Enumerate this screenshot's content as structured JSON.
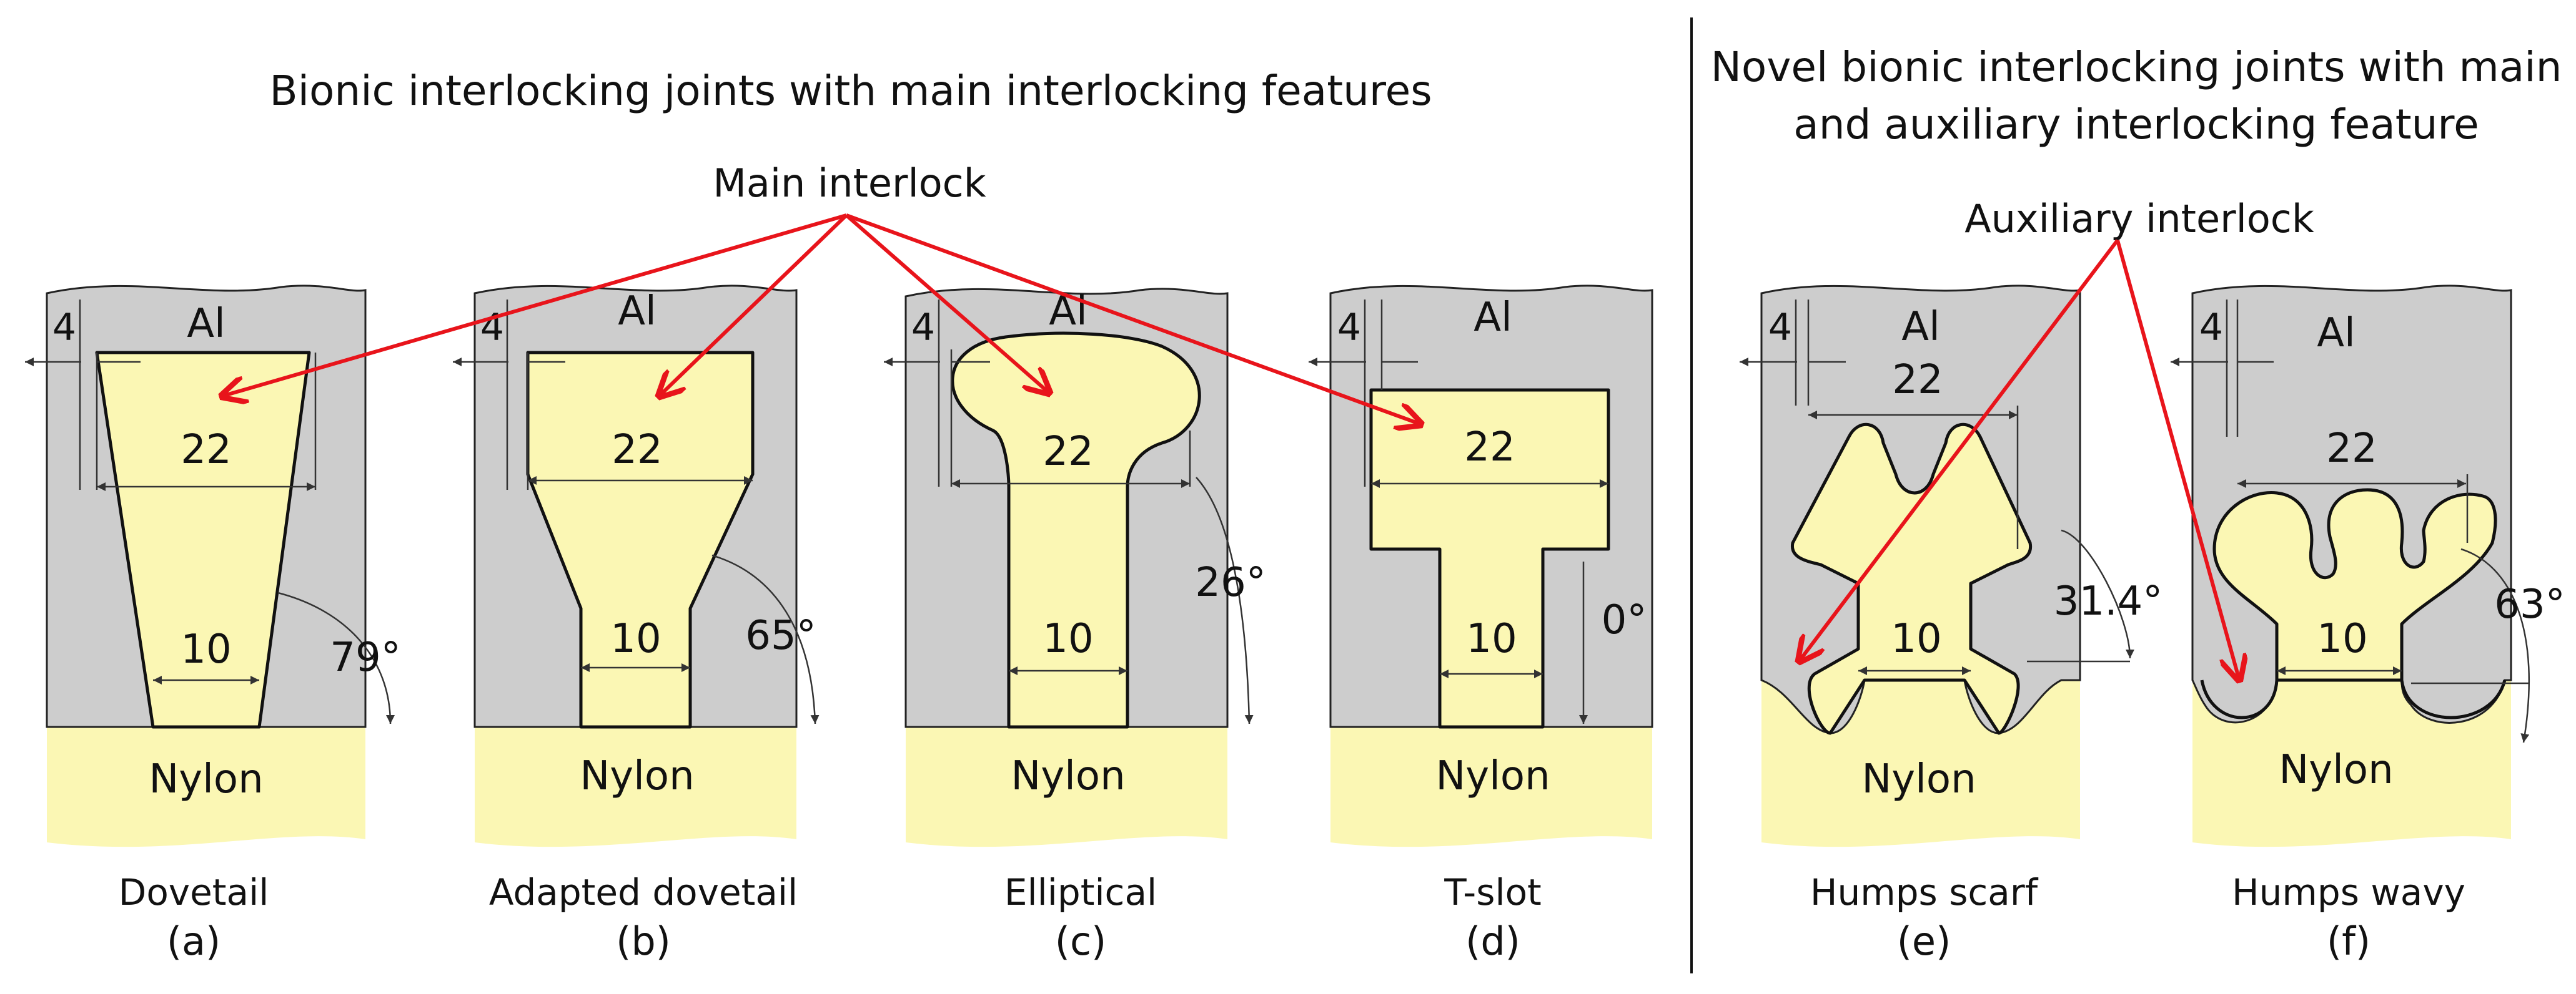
{
  "titles": {
    "left": "Bionic interlocking joints with main interlocking features",
    "right_line1": "Novel bionic interlocking joints with main",
    "right_line2": "and auxiliary interlocking feature"
  },
  "callouts": {
    "main": "Main interlock",
    "auxiliary": "Auxiliary interlock"
  },
  "materials": {
    "top": "Al",
    "bottom": "Nylon"
  },
  "panels": [
    {
      "name": "Dovetail",
      "letter": "(a)",
      "edge": "4",
      "top_width": "22",
      "neck_width": "10",
      "angle": "79°"
    },
    {
      "name": "Adapted dovetail",
      "letter": "(b)",
      "edge": "4",
      "top_width": "22",
      "neck_width": "10",
      "angle": "65°"
    },
    {
      "name": "Elliptical",
      "letter": "(c)",
      "edge": "4",
      "top_width": "22",
      "neck_width": "10",
      "angle": "26°"
    },
    {
      "name": "T-slot",
      "letter": "(d)",
      "edge": "4",
      "top_width": "22",
      "neck_width": "10",
      "angle": "0°"
    },
    {
      "name": "Humps scarf",
      "letter": "(e)",
      "edge": "4",
      "top_width": "22",
      "neck_width": "10",
      "angle": "31.4°"
    },
    {
      "name": "Humps wavy",
      "letter": "(f)",
      "edge": "4",
      "top_width": "22",
      "neck_width": "10",
      "angle": "63°"
    }
  ],
  "colors": {
    "aluminium": "#cdcdcd",
    "nylon": "#fbf7b4",
    "arrow": "#e8141b",
    "outline": "#111111"
  }
}
